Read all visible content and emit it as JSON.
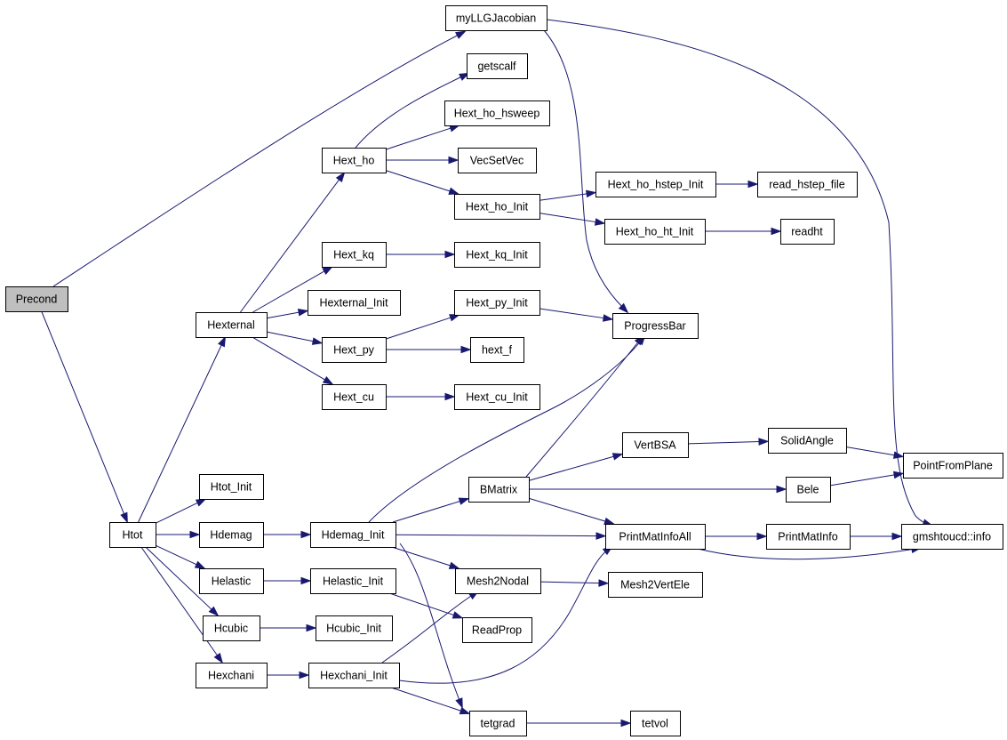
{
  "diagram": {
    "nodes": [
      {
        "id": "Precond",
        "label": "Precond",
        "highlight": true
      },
      {
        "id": "myLLGJacobian",
        "label": "myLLGJacobian"
      },
      {
        "id": "getscalf",
        "label": "getscalf"
      },
      {
        "id": "Hext_ho_hsweep",
        "label": "Hext_ho_hsweep"
      },
      {
        "id": "VecSetVec",
        "label": "VecSetVec"
      },
      {
        "id": "Hext_ho",
        "label": "Hext_ho"
      },
      {
        "id": "Hext_ho_hstep_Init",
        "label": "Hext_ho_hstep_Init"
      },
      {
        "id": "read_hstep_file",
        "label": "read_hstep_file"
      },
      {
        "id": "Hext_ho_Init",
        "label": "Hext_ho_Init"
      },
      {
        "id": "Hext_ho_ht_Init",
        "label": "Hext_ho_ht_Init"
      },
      {
        "id": "readht",
        "label": "readht"
      },
      {
        "id": "Hext_kq",
        "label": "Hext_kq"
      },
      {
        "id": "Hext_kq_Init",
        "label": "Hext_kq_Init"
      },
      {
        "id": "Hexternal_Init",
        "label": "Hexternal_Init"
      },
      {
        "id": "Hext_py_Init",
        "label": "Hext_py_Init"
      },
      {
        "id": "ProgressBar",
        "label": "ProgressBar"
      },
      {
        "id": "Hexternal",
        "label": "Hexternal"
      },
      {
        "id": "Hext_py",
        "label": "Hext_py"
      },
      {
        "id": "hext_f",
        "label": "hext_f"
      },
      {
        "id": "Hext_cu",
        "label": "Hext_cu"
      },
      {
        "id": "Hext_cu_Init",
        "label": "Hext_cu_Init"
      },
      {
        "id": "VertBSA",
        "label": "VertBSA"
      },
      {
        "id": "SolidAngle",
        "label": "SolidAngle"
      },
      {
        "id": "PointFromPlane",
        "label": "PointFromPlane"
      },
      {
        "id": "Htot_Init",
        "label": "Htot_Init"
      },
      {
        "id": "BMatrix",
        "label": "BMatrix"
      },
      {
        "id": "Bele",
        "label": "Bele"
      },
      {
        "id": "Htot",
        "label": "Htot"
      },
      {
        "id": "Hdemag",
        "label": "Hdemag"
      },
      {
        "id": "Hdemag_Init",
        "label": "Hdemag_Init"
      },
      {
        "id": "PrintMatInfoAll",
        "label": "PrintMatInfoAll"
      },
      {
        "id": "PrintMatInfo",
        "label": "PrintMatInfo"
      },
      {
        "id": "gmshtoucd_info",
        "label": "gmshtoucd::info"
      },
      {
        "id": "Helastic",
        "label": "Helastic"
      },
      {
        "id": "Helastic_Init",
        "label": "Helastic_Init"
      },
      {
        "id": "Mesh2Nodal",
        "label": "Mesh2Nodal"
      },
      {
        "id": "Mesh2VertEle",
        "label": "Mesh2VertEle"
      },
      {
        "id": "Hcubic",
        "label": "Hcubic"
      },
      {
        "id": "Hcubic_Init",
        "label": "Hcubic_Init"
      },
      {
        "id": "ReadProp",
        "label": "ReadProp"
      },
      {
        "id": "Hexchani",
        "label": "Hexchani"
      },
      {
        "id": "Hexchani_Init",
        "label": "Hexchani_Init"
      },
      {
        "id": "tetgrad",
        "label": "tetgrad"
      },
      {
        "id": "tetvol",
        "label": "tetvol"
      }
    ],
    "edges": [
      {
        "from": "Precond",
        "to": "myLLGJacobian"
      },
      {
        "from": "Precond",
        "to": "Htot"
      },
      {
        "from": "myLLGJacobian",
        "to": "ProgressBar"
      },
      {
        "from": "myLLGJacobian",
        "to": "gmshtoucd_info"
      },
      {
        "from": "Hext_ho",
        "to": "getscalf"
      },
      {
        "from": "Hext_ho",
        "to": "Hext_ho_hsweep"
      },
      {
        "from": "Hext_ho",
        "to": "VecSetVec"
      },
      {
        "from": "Hext_ho",
        "to": "Hext_ho_Init"
      },
      {
        "from": "Hext_ho_Init",
        "to": "Hext_ho_hstep_Init"
      },
      {
        "from": "Hext_ho_Init",
        "to": "Hext_ho_ht_Init"
      },
      {
        "from": "Hext_ho_hstep_Init",
        "to": "read_hstep_file"
      },
      {
        "from": "Hext_ho_ht_Init",
        "to": "readht"
      },
      {
        "from": "Hext_kq",
        "to": "Hext_kq_Init"
      },
      {
        "from": "Hext_py_Init",
        "to": "ProgressBar"
      },
      {
        "from": "Hext_py",
        "to": "Hext_py_Init"
      },
      {
        "from": "Hext_py",
        "to": "hext_f"
      },
      {
        "from": "Hext_cu",
        "to": "Hext_cu_Init"
      },
      {
        "from": "Hexternal",
        "to": "Hext_ho"
      },
      {
        "from": "Hexternal",
        "to": "Hext_kq"
      },
      {
        "from": "Hexternal",
        "to": "Hexternal_Init"
      },
      {
        "from": "Hexternal",
        "to": "Hext_py"
      },
      {
        "from": "Hexternal",
        "to": "Hext_cu"
      },
      {
        "from": "Htot",
        "to": "Hexternal"
      },
      {
        "from": "Htot",
        "to": "Htot_Init"
      },
      {
        "from": "Htot",
        "to": "Hdemag"
      },
      {
        "from": "Htot",
        "to": "Helastic"
      },
      {
        "from": "Htot",
        "to": "Hcubic"
      },
      {
        "from": "Htot",
        "to": "Hexchani"
      },
      {
        "from": "Hdemag",
        "to": "Hdemag_Init"
      },
      {
        "from": "Hdemag_Init",
        "to": "ProgressBar"
      },
      {
        "from": "Hdemag_Init",
        "to": "BMatrix"
      },
      {
        "from": "Hdemag_Init",
        "to": "PrintMatInfoAll"
      },
      {
        "from": "Hdemag_Init",
        "to": "Mesh2Nodal"
      },
      {
        "from": "Hdemag_Init",
        "to": "tetgrad"
      },
      {
        "from": "BMatrix",
        "to": "ProgressBar"
      },
      {
        "from": "BMatrix",
        "to": "VertBSA"
      },
      {
        "from": "BMatrix",
        "to": "Bele"
      },
      {
        "from": "BMatrix",
        "to": "PrintMatInfoAll"
      },
      {
        "from": "VertBSA",
        "to": "SolidAngle"
      },
      {
        "from": "SolidAngle",
        "to": "PointFromPlane"
      },
      {
        "from": "Bele",
        "to": "PointFromPlane"
      },
      {
        "from": "PrintMatInfoAll",
        "to": "PrintMatInfo"
      },
      {
        "from": "PrintMatInfoAll",
        "to": "gmshtoucd_info"
      },
      {
        "from": "PrintMatInfo",
        "to": "gmshtoucd_info"
      },
      {
        "from": "Helastic",
        "to": "Helastic_Init"
      },
      {
        "from": "Helastic_Init",
        "to": "ReadProp"
      },
      {
        "from": "Mesh2Nodal",
        "to": "Mesh2VertEle"
      },
      {
        "from": "Hcubic",
        "to": "Hcubic_Init"
      },
      {
        "from": "Hexchani",
        "to": "Hexchani_Init"
      },
      {
        "from": "Hexchani_Init",
        "to": "Mesh2Nodal"
      },
      {
        "from": "Hexchani_Init",
        "to": "PrintMatInfoAll"
      },
      {
        "from": "Hexchani_Init",
        "to": "tetgrad"
      },
      {
        "from": "tetgrad",
        "to": "tetvol"
      }
    ]
  }
}
